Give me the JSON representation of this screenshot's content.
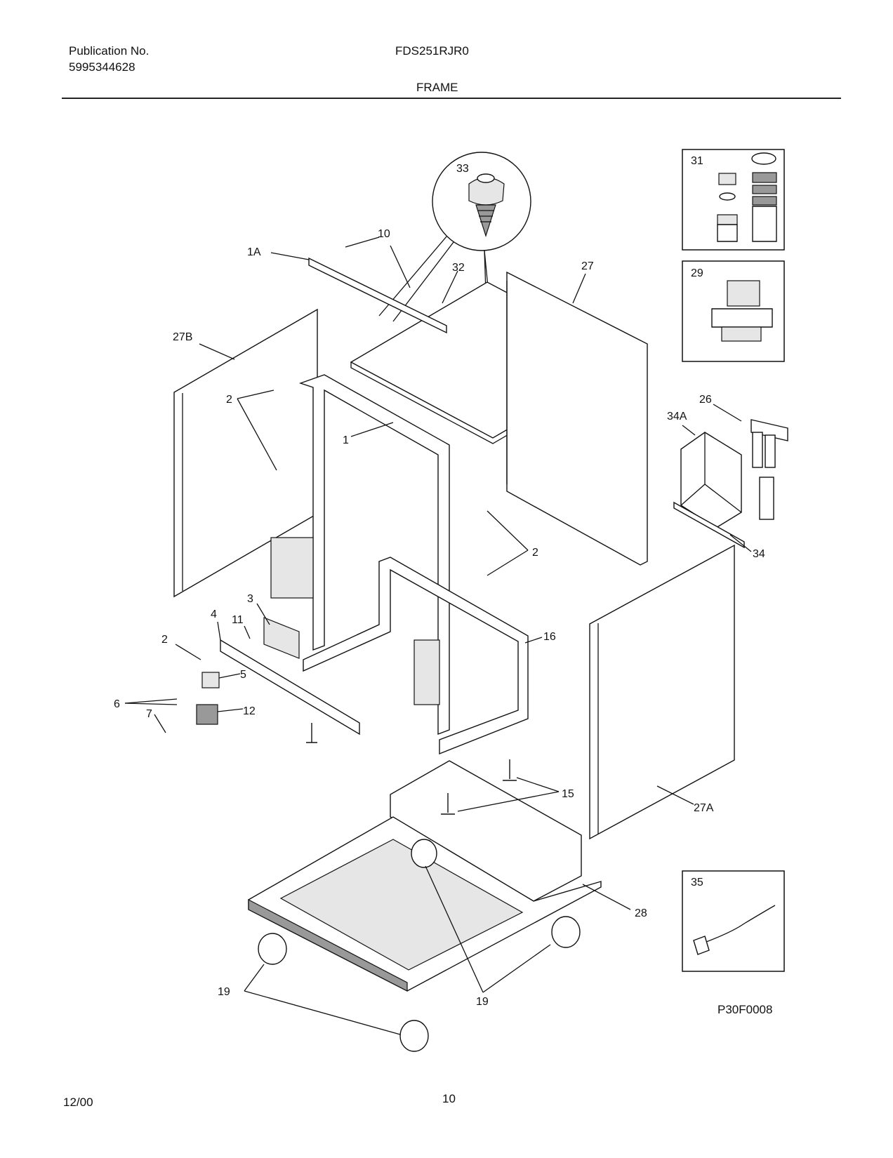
{
  "header": {
    "publication_label": "Publication No.",
    "publication_number": "5995344628",
    "model": "FDS251RJR0",
    "section": "FRAME"
  },
  "diagram": {
    "code": "P30F0008",
    "callouts": {
      "c33": "33",
      "c31": "31",
      "c10": "10",
      "c1A": "1A",
      "c32": "32",
      "c27": "27",
      "c29": "29",
      "c27B": "27B",
      "c2a": "2",
      "c26": "26",
      "c34A": "34A",
      "c1": "1",
      "c2b": "2",
      "c34": "34",
      "c3": "3",
      "c4": "4",
      "c11": "11",
      "c2c": "2",
      "c16": "16",
      "c5": "5",
      "c6": "6",
      "c12": "12",
      "c7": "7",
      "c15": "15",
      "c27A": "27A",
      "c35": "35",
      "c28": "28",
      "c19a": "19",
      "c19b": "19"
    }
  },
  "footer": {
    "date": "12/00",
    "page": "10"
  }
}
